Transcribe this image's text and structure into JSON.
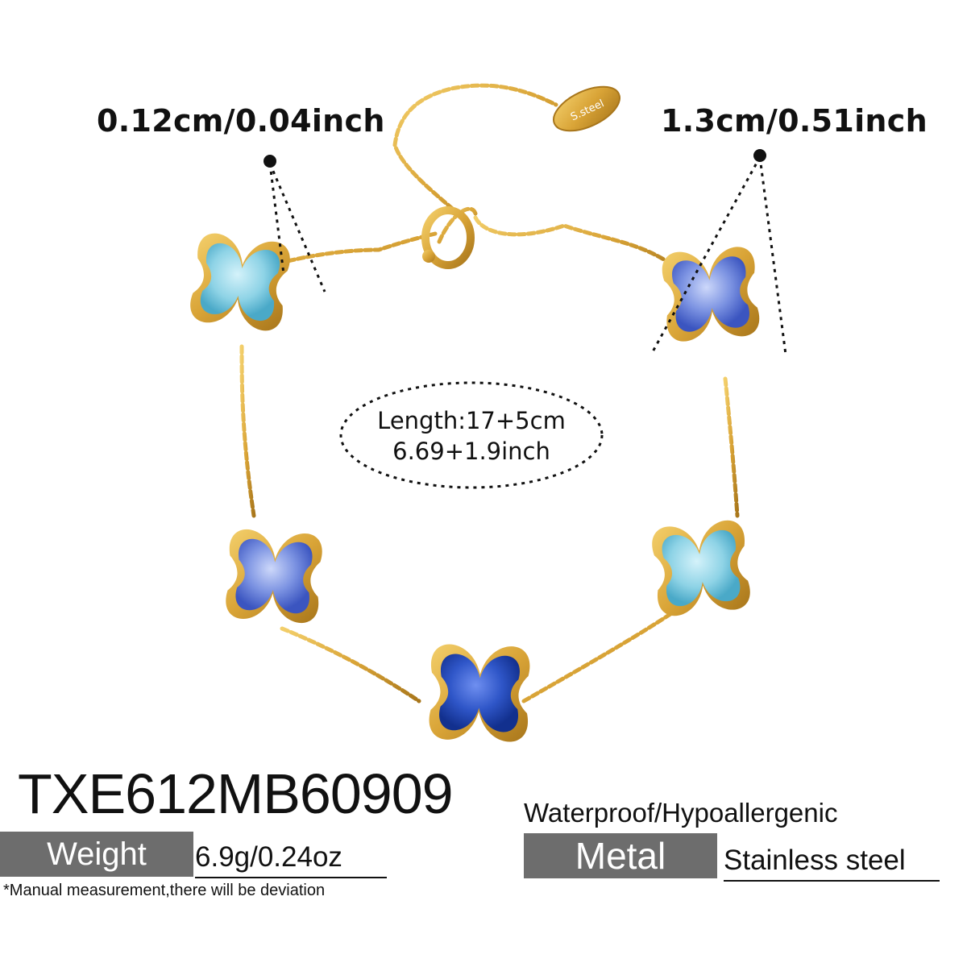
{
  "annotations": {
    "thickness": "0.12cm/0.04inch",
    "width": "1.3cm/0.51inch",
    "length_line1": "Length:17+5cm",
    "length_line2": "6.69+1.9inch",
    "tag_text": "S.steel"
  },
  "product": {
    "model": "TXE612MB60909",
    "features": "Waterproof/Hypoallergenic",
    "weight_label": "Weight",
    "weight_value": "6.9g/0.24oz",
    "metal_label": "Metal",
    "metal_value": "Stainless steel",
    "note": "*Manual measurement,there will be deviation"
  },
  "colors": {
    "gold": "#d9a437",
    "gold_dark": "#a8761b",
    "light_blue_stone": "#8ed3e6",
    "blue_stone": "#7c93e2",
    "dark_blue_stone": "#2f56c8",
    "label_box": "#6d6d6d"
  }
}
